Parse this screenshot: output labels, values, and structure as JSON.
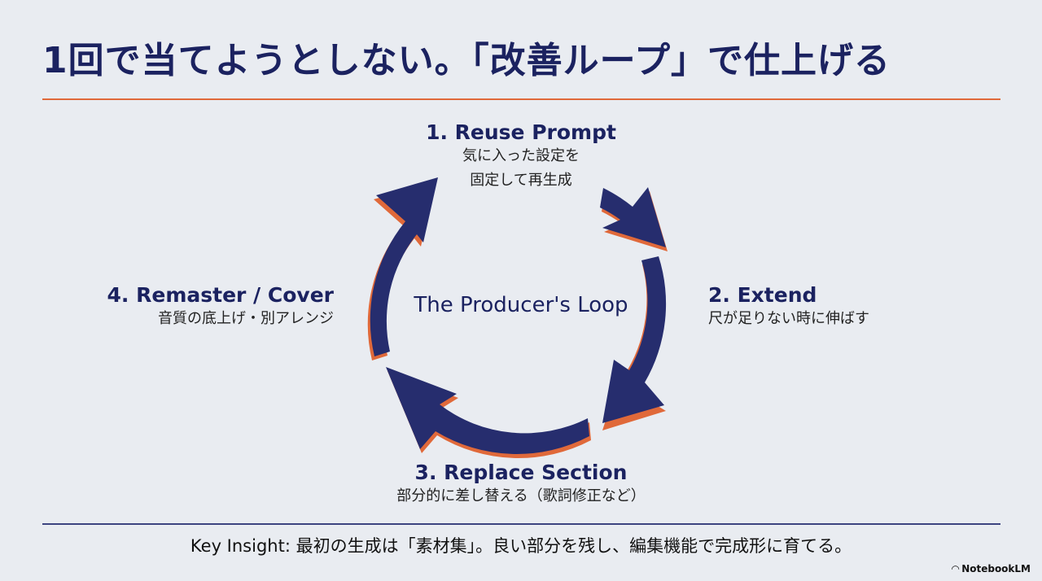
{
  "title": "1回で当てようとしない。「改善ループ」で仕上げる",
  "diagram": {
    "center_label": "The Producer's Loop",
    "steps": [
      {
        "name": "1. Reuse Prompt",
        "desc_lines": [
          "気に入った設定を",
          "固定して再生成"
        ]
      },
      {
        "name": "2. Extend",
        "desc_lines": [
          "尺が足りない時に伸ばす"
        ]
      },
      {
        "name": "3. Replace Section",
        "desc_lines": [
          "部分的に差し替える（歌詞修正など）"
        ]
      },
      {
        "name": "4. Remaster / Cover",
        "desc_lines": [
          "音質の底上げ・別アレンジ"
        ]
      }
    ],
    "colors": {
      "arrow": "#262d6e",
      "shadow": "#e0693a",
      "rule": "#e0693a"
    }
  },
  "insight": "Key Insight: 最初の生成は「素材集」。良い部分を残し、編集機能で完成形に育てる。",
  "brand": {
    "name": "NotebookLM",
    "icon": "notebooklm-logo-icon"
  }
}
